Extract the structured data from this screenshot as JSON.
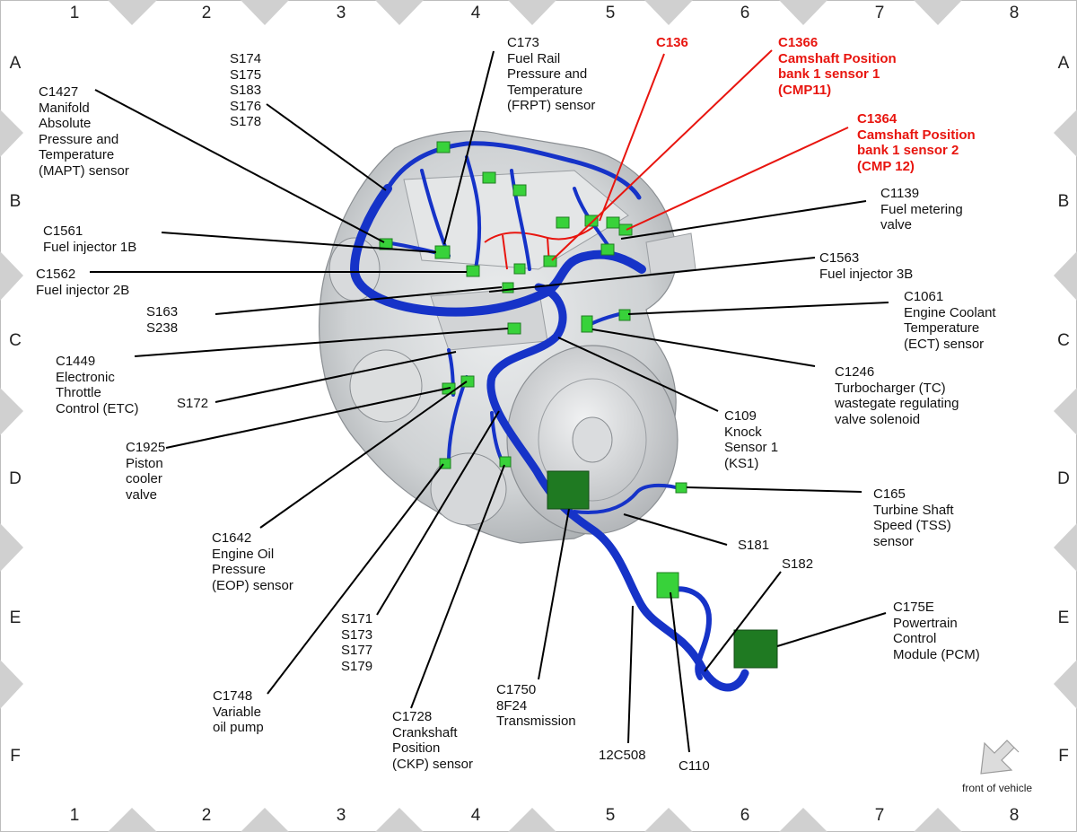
{
  "grid": {
    "columns": [
      "1",
      "2",
      "3",
      "4",
      "5",
      "6",
      "7",
      "8"
    ],
    "rows": [
      "A",
      "B",
      "C",
      "D",
      "E",
      "F"
    ]
  },
  "labels": {
    "c173": "C173\nFuel Rail\nPressure and\nTemperature\n(FRPT) sensor",
    "s174_group": "S174\nS175\nS183\nS176\nS178",
    "c1427": "C1427\nManifold\nAbsolute\nPressure and\nTemperature\n(MAPT) sensor",
    "c136": "C136",
    "c1366": "C1366\nCamshaft Position\nbank 1 sensor 1\n(CMP11)",
    "c1364": "C1364\nCamshaft Position\nbank 1 sensor 2\n(CMP 12)",
    "c1139": "C1139\nFuel metering\nvalve",
    "c1561": "C1561\nFuel injector 1B",
    "c1562": "C1562\nFuel injector 2B",
    "c1563": "C1563\nFuel injector 3B",
    "s163_group": "S163\nS238",
    "c1061": "C1061\nEngine Coolant\nTemperature\n(ECT) sensor",
    "c1449": "C1449\nElectronic\nThrottle\nControl (ETC)",
    "c1246": "C1246\nTurbocharger (TC)\nwastegate regulating\nvalve solenoid",
    "s172": "S172",
    "c109": "C109\nKnock\nSensor 1\n(KS1)",
    "c1925": "C1925\nPiston\ncooler\nvalve",
    "c165": "C165\nTurbine Shaft\nSpeed (TSS)\nsensor",
    "s181": "S181",
    "s182": "S182",
    "c1642": "C1642\nEngine Oil\nPressure\n(EOP) sensor",
    "c175e": "C175E\nPowertrain\nControl\nModule (PCM)",
    "s171_group": "S171\nS173\nS177\nS179",
    "c1748": "C1748\nVariable\noil pump",
    "c1750": "C1750\n8F24\nTransmission",
    "c1728": "C1728\nCrankshaft\nPosition\n(CKP) sensor",
    "c12c508": "12C508",
    "c110": "C110",
    "front_of_vehicle": "front of vehicle"
  },
  "colors": {
    "harness": "#1633c8",
    "connector": "#38d23a",
    "connector_dark": "#1a7a1e",
    "highlight": "#e8150f",
    "engine": "#cfd1d3"
  }
}
